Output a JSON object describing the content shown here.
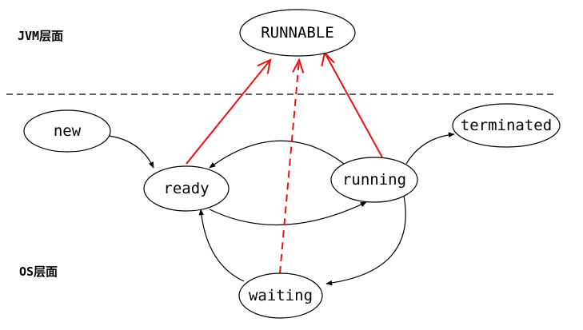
{
  "layers": {
    "jvm_label": "JVM层面",
    "os_label": "OS层面"
  },
  "states": {
    "runnable": "RUNNABLE",
    "new": "new",
    "ready": "ready",
    "running": "running",
    "terminated": "terminated",
    "waiting": "waiting"
  },
  "colors": {
    "mapping_edge": "#ee1111",
    "transition_edge": "#000000",
    "separator": "#000000"
  }
}
